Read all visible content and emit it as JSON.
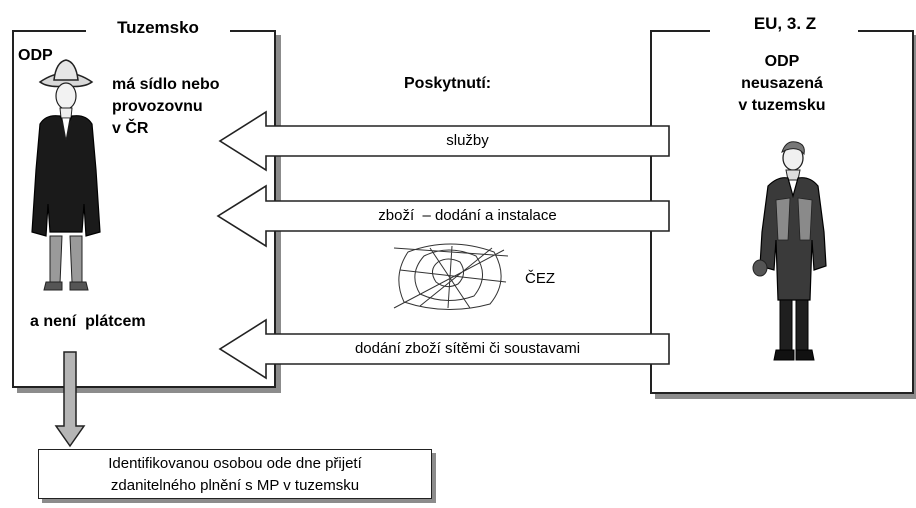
{
  "left_box": {
    "title": "Tuzemsko",
    "odp": "ODP",
    "seat_line1": "má sídlo nebo",
    "seat_line2": "provozovnu",
    "seat_line3": "v ČR",
    "not_payer": "a není  plátcem"
  },
  "right_box": {
    "title": "EU, 3. Z",
    "odp": "ODP",
    "line1": "neusazená",
    "line2": "v tuzemsku"
  },
  "middle": {
    "heading": "Poskytnutí:",
    "arrows": [
      "služby",
      "zboží  – dodání a instalace",
      "dodání zboží sítěmi či soustavami"
    ],
    "cez": "ČEZ"
  },
  "result": {
    "line1": "Identifikovanou osobou ode dne přijetí",
    "line2": "zdanitelného plnění s MP v tuzemsku"
  },
  "colors": {
    "border": "#222222",
    "shadow": "#8c8c8c",
    "arrow_fill": "#ffffff",
    "down_arrow_fill": "#b5b5b5"
  },
  "icons": [
    "man-in-cowboy-hat",
    "man-in-coat",
    "spider-web"
  ]
}
